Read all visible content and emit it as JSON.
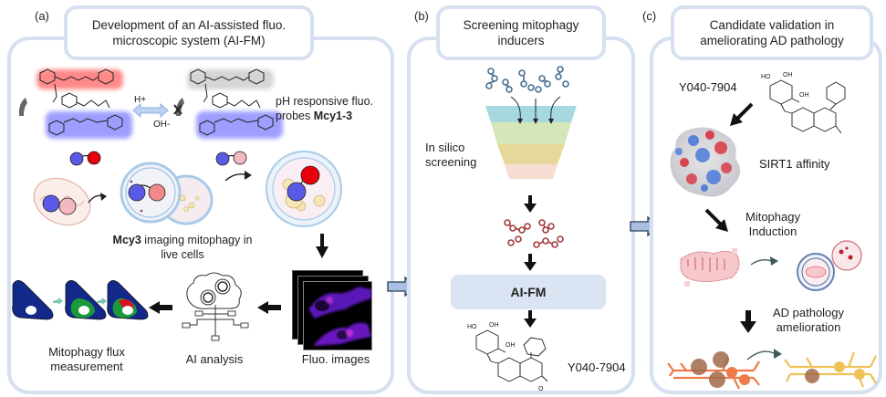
{
  "panels": {
    "a": {
      "label": "(a)",
      "title_line1": "Development of an AI-assisted fluo.",
      "title_line2": "microscopic system (AI-FM)",
      "probe_text_line1": "pH responsive fluo.",
      "probe_text_prefix": "probes ",
      "probe_text_bold": "Mcy1-3",
      "h_plus": "H+",
      "oh_minus": "OH-",
      "imaging_bold": "Mcy3",
      "imaging_line1": " imaging mitophagy in",
      "imaging_line2": "live cells",
      "flux_line1": "Mitophagy flux",
      "flux_line2": "measurement",
      "ai_analysis": "AI analysis",
      "fluo_images": "Fluo. images"
    },
    "b": {
      "label": "(b)",
      "title_line1": "Screening  mitophagy",
      "title_line2": "inducers",
      "insilico_line1": "In silico",
      "insilico_line2": "screening",
      "aifm": "AI-FM",
      "compound": "Y040-7904",
      "funnel_colors": [
        "#a7d8df",
        "#d5e6b9",
        "#e6d89a",
        "#f7dcd1"
      ]
    },
    "c": {
      "label": "(c)",
      "title_line1": "Candidate validation in",
      "title_line2": "ameliorating AD pathology",
      "compound": "Y040-7904",
      "sirt1": "SIRT1 affinity",
      "mito_line1": "Mitophagy",
      "mito_line2": "Induction",
      "ad_line1": "AD pathology",
      "ad_line2": "amelioration"
    }
  },
  "colors": {
    "panel_border": "#d6e0f0",
    "block_arrow_fill": "#a9c0e3",
    "block_arrow_stroke": "#2b3a55",
    "red_fluor": "#e8000b",
    "blue_fluor": "#5a5ae6",
    "pink": "#f4b8c0"
  }
}
